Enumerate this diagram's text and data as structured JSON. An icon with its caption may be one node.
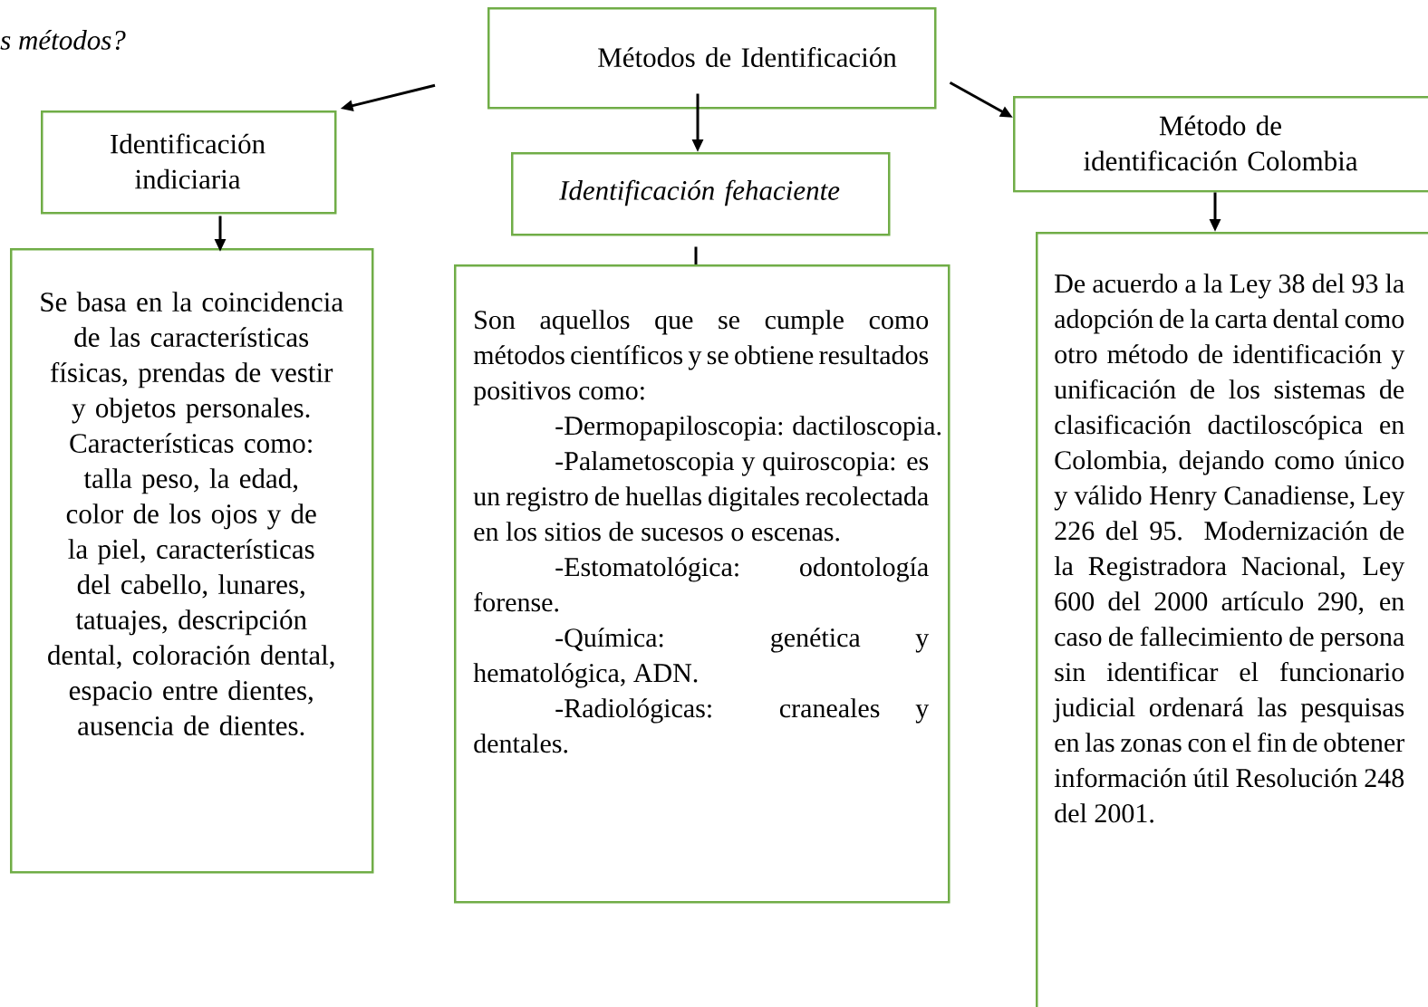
{
  "diagram": {
    "nodes": [
      {
        "text": [
          "Métodos de Identificación"
        ]
      },
      {
        "text": [
          "Identificación indiciaria"
        ]
      },
      {
        "text": [
          "Identificación fehaciente"
        ]
      },
      {
        "text": [
          "Método de identificación Colombia"
        ]
      },
      {
        "text": [
          "Se basa en la coincidencia de las características físicas, prendas de vestir y objetos personales.",
          "Características como: talla peso, la edad, color de los ojos y de la piel, características del cabello, lunares, tatuajes, descripción dental, coloración dental, espacio entre dientes, ausencia de dientes."
        ]
      },
      {
        "text": [
          "Son aquellos que se cumple como métodos científicos y se obtiene resultados positivos como:",
          "-Dermopapiloscopia: dactiloscopia.",
          "-Palametoscopia y quiroscopia: es un registro de huellas digitales recolectada en los sitios de sucesos o escenas.",
          "-Estomatológica: odontología forense.",
          "-Química: genética y hematológica, ADN.",
          "-Radiológicas: craneales y dentales."
        ]
      },
      {
        "text": [
          "De acuerdo a la Ley 38 del 93 la adopción de la carta dental como otro método de identificación y unificación de los sistemas de clasificación dactiloscópica en Colombia, dejando como único y válido Henry Canadiense, Ley 226 del 95. Modernización de la Registradora Nacional, Ley 600 del 2000 artículo 290, en caso de fallecimiento de persona sin identificar el funcionario judicial ordenará las pesquisas en las zonas con el fin de obtener información útil Resolución 248 del 2001."
        ]
      }
    ],
    "edges": [
      {
        "from": 0,
        "to": 1,
        "arrow": "to"
      },
      {
        "from": 0,
        "to": 2,
        "arrow": "to"
      },
      {
        "from": 0,
        "to": 3,
        "arrow": "to"
      },
      {
        "from": 1,
        "to": 4,
        "arrow": "to"
      },
      {
        "from": 2,
        "to": 5,
        "arrow": "none"
      },
      {
        "from": 3,
        "to": 6,
        "arrow": "to"
      }
    ],
    "labels": [
      "s métodos?"
    ]
  }
}
